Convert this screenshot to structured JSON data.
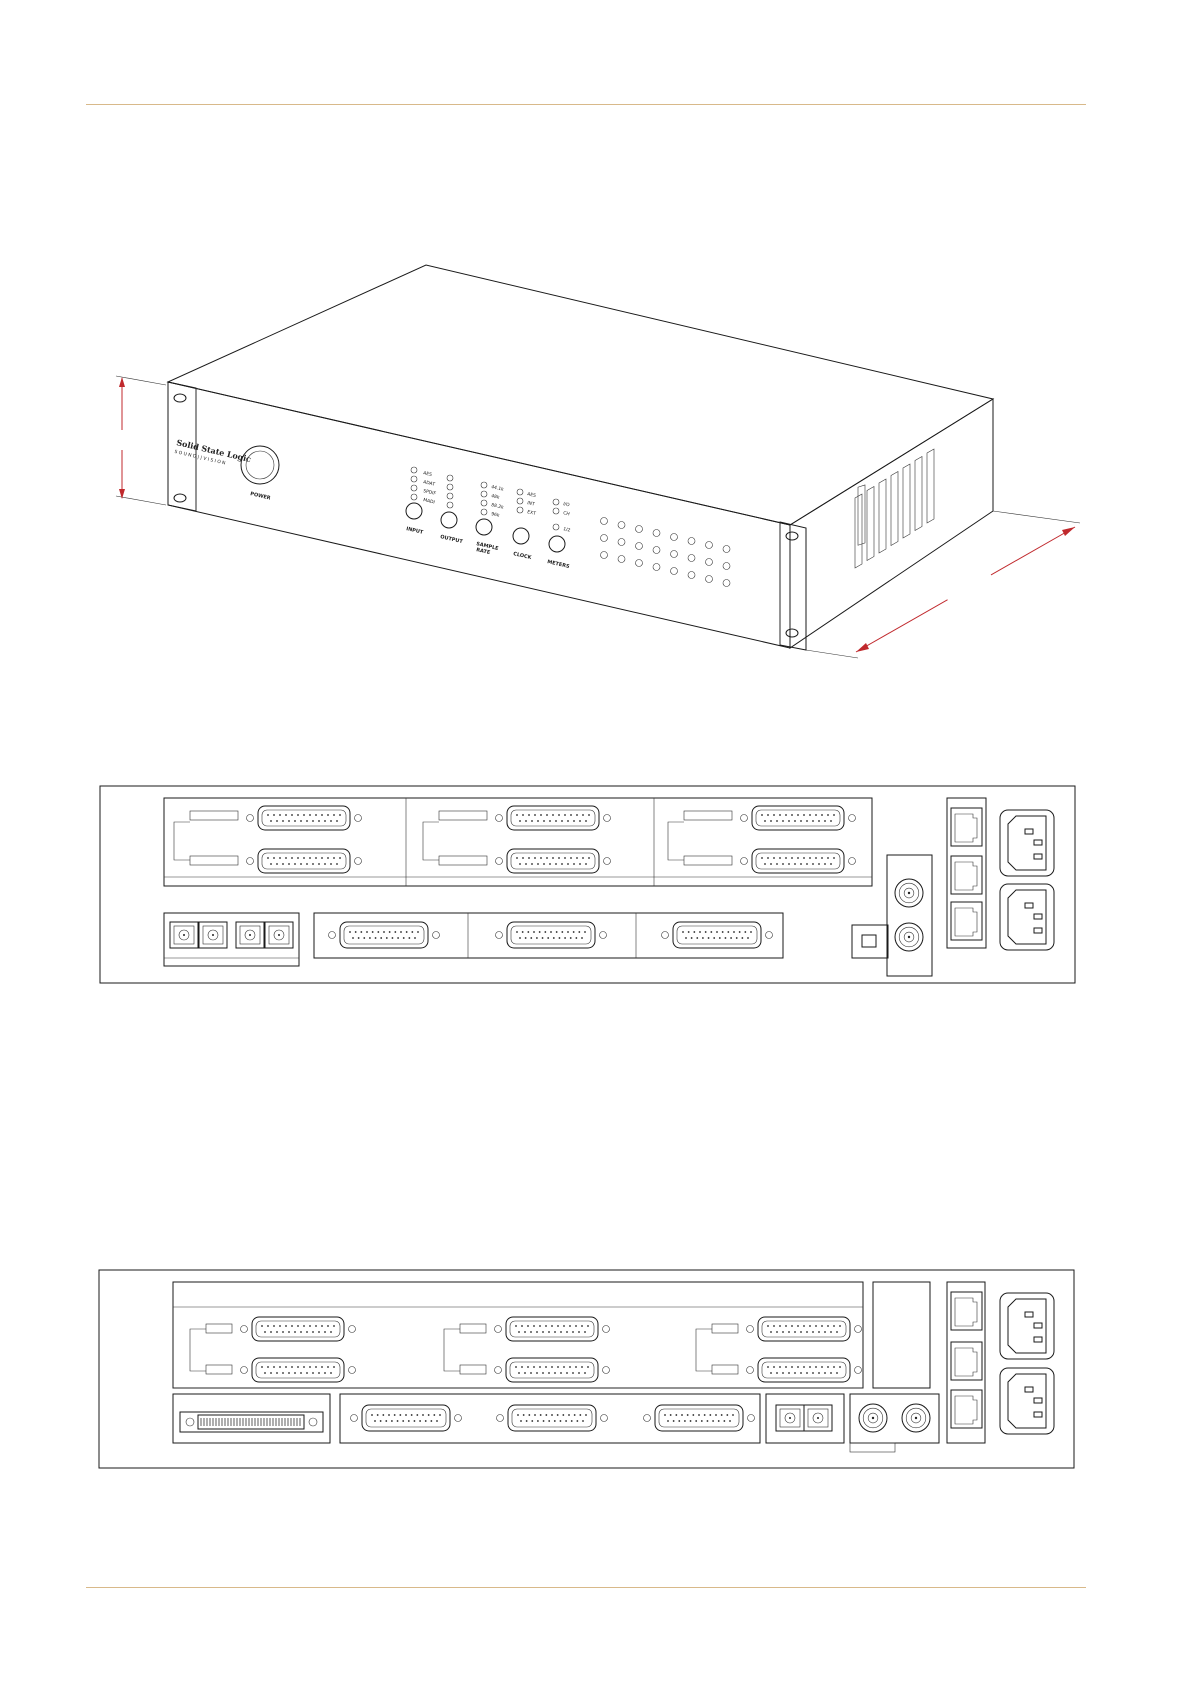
{
  "front_panel": {
    "brand": "Solid State Logic",
    "brand_sub": "S O U N D  |  |  V I S I O N",
    "power_label": "POWER",
    "input_label": "INPUT",
    "output_label": "OUTPUT",
    "sample_rate_label_1": "SAMPLE",
    "sample_rate_label_2": "RATE",
    "clock_label": "CLOCK",
    "meters_label": "METERS",
    "io_modes": [
      "AES",
      "ADAT",
      "SPDIF",
      "MADI"
    ],
    "rates": [
      "44.1k",
      "48k",
      "88.2k",
      "96k"
    ],
    "clock_modes": [
      "AES",
      "INT",
      "EXT"
    ],
    "meter_modes": [
      "I/O",
      "CH"
    ],
    "meter_extra": "1/2"
  },
  "colors": {
    "rule": "#d8b98a",
    "dimension": "#c0282c",
    "line": "#1a1a1a"
  }
}
